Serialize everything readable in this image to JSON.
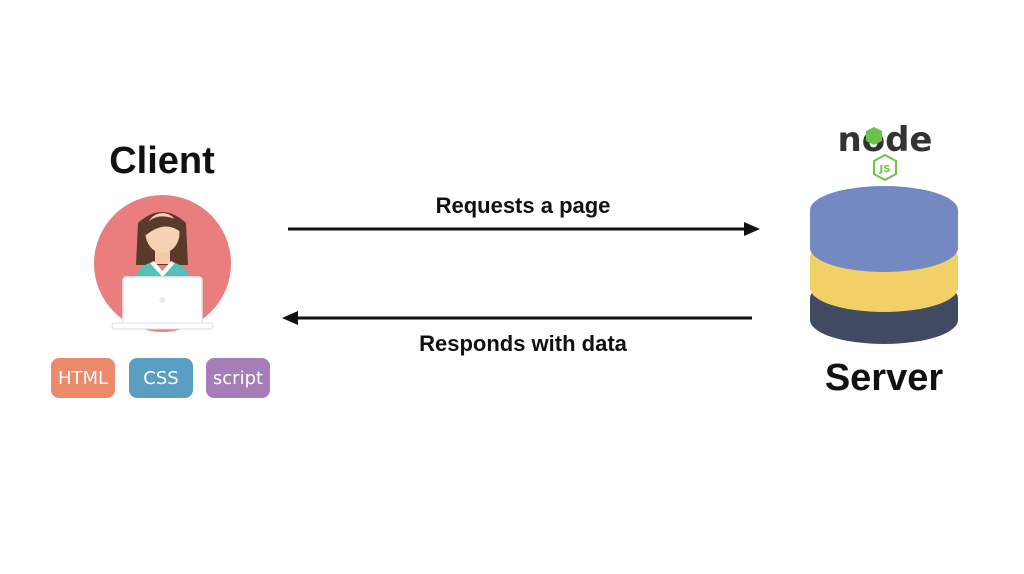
{
  "client": {
    "title": "Client",
    "tags": [
      {
        "label": "HTML",
        "color": "#ec8a6c"
      },
      {
        "label": "CSS",
        "color": "#5b9ec4"
      },
      {
        "label": "script",
        "color": "#a77db8"
      }
    ],
    "avatar_bg": "#ea7d7d"
  },
  "server": {
    "title": "Server",
    "logo_text": "node",
    "logo_badge": "JS",
    "db_colors": [
      "#7488c2",
      "#f1d166",
      "#424a62"
    ]
  },
  "arrows": {
    "request_label": "Requests a page",
    "response_label": "Responds with data"
  }
}
